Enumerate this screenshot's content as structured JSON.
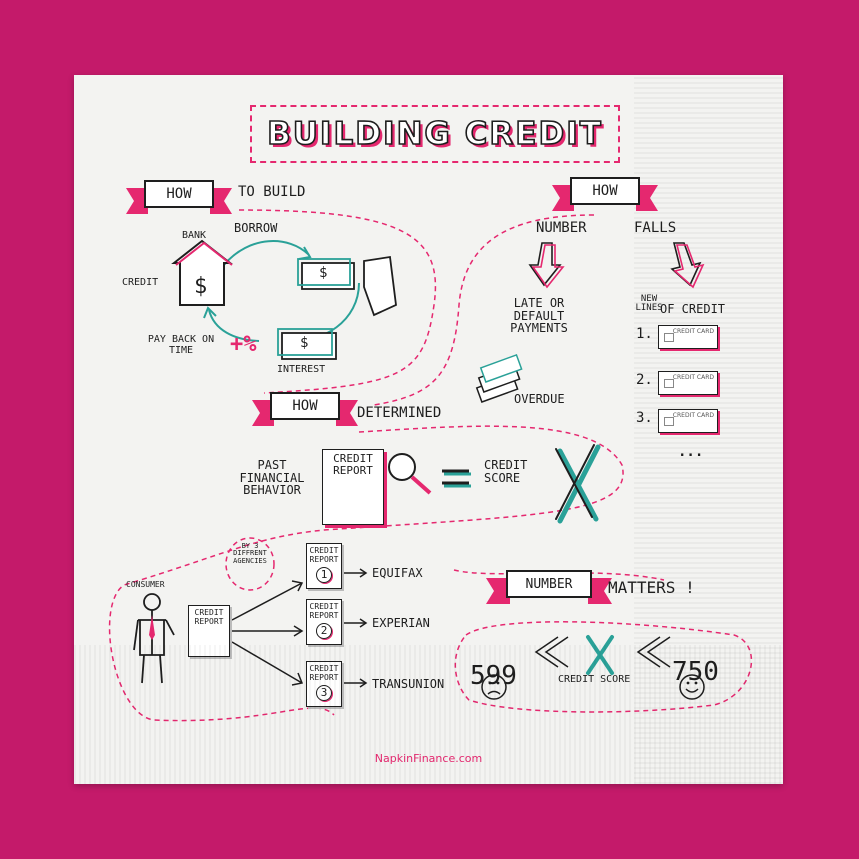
{
  "title": "BUILDING CREDIT",
  "how_to_build": {
    "badge": "HOW",
    "heading": "TO BUILD",
    "bank": "BANK",
    "credit": "CREDIT",
    "borrow": "BORROW",
    "pay_back": "PAY BACK ON TIME",
    "interest": "INTEREST",
    "percent": "+%",
    "dollar": "$"
  },
  "how_number_falls": {
    "badge": "HOW",
    "heading_left": "NUMBER",
    "heading_right": "FALLS",
    "late": "LATE OR DEFAULT PAYMENTS",
    "overdue": "OVERDUE",
    "new_lines": "NEW LINES",
    "of_credit": "OF CREDIT",
    "card_label": "CREDIT CARD",
    "items": [
      "1.",
      "2.",
      "3."
    ],
    "more": "..."
  },
  "how_determined": {
    "badge": "HOW",
    "heading": "DETERMINED",
    "past": "PAST FINANCIAL BEHAVIOR",
    "report": "CREDIT REPORT",
    "equals": "=",
    "score": "CREDIT SCORE",
    "x": "X"
  },
  "agencies": {
    "consumer": "CONSUMER",
    "report": "CREDIT REPORT",
    "note": "BY 3 DIFFRENT AGENCIES",
    "list": [
      {
        "n": "1",
        "name": "EQUIFAX"
      },
      {
        "n": "2",
        "name": "EXPERIAN"
      },
      {
        "n": "3",
        "name": "TRANSUNION"
      }
    ]
  },
  "number_matters": {
    "badge": "NUMBER",
    "heading": "MATTERS !",
    "low": "599",
    "high": "750",
    "x": "X",
    "label": "CREDIT SCORE"
  },
  "footer": "NapkinFinance.com",
  "colors": {
    "accent": "#e5286f",
    "teal": "#2aa198",
    "background": "#c41a6a"
  }
}
